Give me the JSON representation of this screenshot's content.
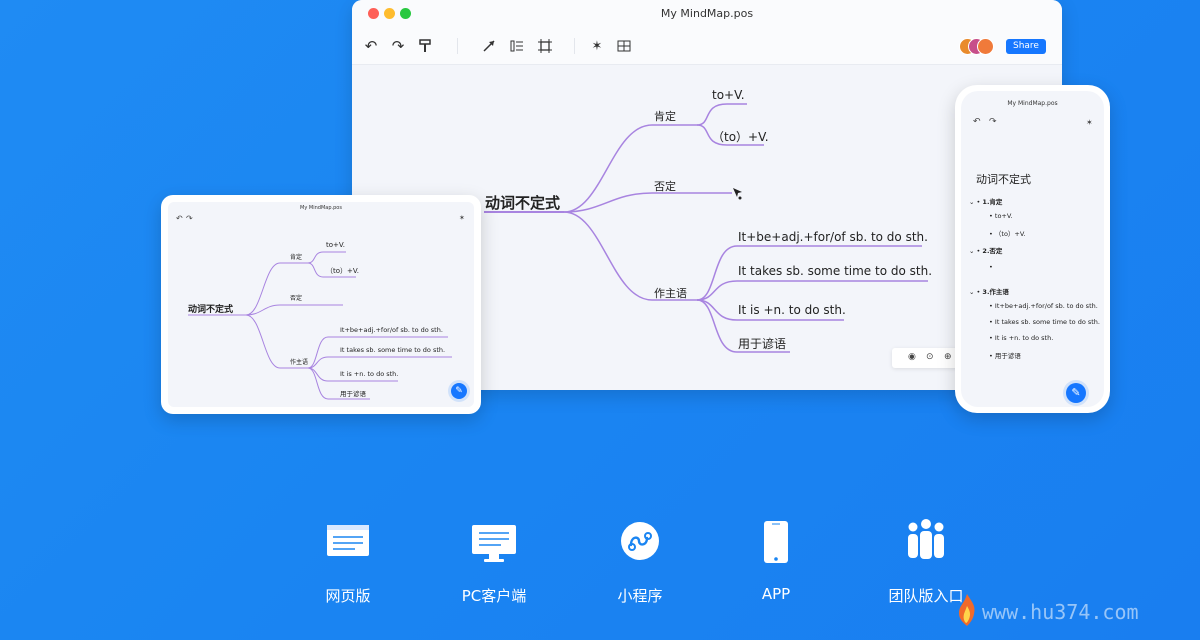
{
  "colors": {
    "background": "#1a85f2",
    "accent": "#1677ff",
    "branch_line": "#a884e0",
    "window_bg": "#f3f5fa",
    "traffic_red": "#fe5f57",
    "traffic_yellow": "#febc2e",
    "traffic_green": "#28c840"
  },
  "desktop": {
    "window_title": "My MindMap.pos",
    "toolbar_icons": [
      "undo-icon",
      "redo-icon",
      "format-painter-icon",
      "arrow-icon",
      "insert-row-icon",
      "frame-icon",
      "magic-icon",
      "layout-icon"
    ],
    "share_label": "Share",
    "root": "动词不定式",
    "branch_positive": "肯定",
    "leaf_to_v": "to+V.",
    "leaf_to_paren_v": "（to）+V.",
    "branch_negative": "否定",
    "branch_subject": "作主语",
    "leaf_it_be_adj": "It+be+adj.+for/of sb. to do sth.",
    "leaf_it_takes": "It takes sb. some time to do sth.",
    "leaf_it_is_n": "It is +n. to do sth.",
    "leaf_predicate": "用于谚语"
  },
  "tablet": {
    "window_title": "My MindMap.pos",
    "root": "动词不定式",
    "branch_positive": "肯定",
    "leaf_to_v": "to+V.",
    "leaf_to_paren_v": "（to）+V.",
    "branch_negative": "否定",
    "branch_subject": "作主语",
    "leaf_it_be_adj": "It+be+adj.+for/of sb. to do sth.",
    "leaf_it_takes": "It takes sb. some time to do sth.",
    "leaf_it_is_n": "It is +n. to do sth.",
    "leaf_predicate": "用于谚语"
  },
  "phone": {
    "window_title": "My MindMap.pos",
    "root": "动词不定式",
    "section_1": "1.肯定",
    "item_to_v": "to+V.",
    "item_to_paren_v": "（to）+V.",
    "section_2": "2.否定",
    "section_3": "3.作主语",
    "item_it_be_adj": "It+be+adj.+for/of sb. to do sth.",
    "item_it_takes": "It takes sb. some time to do sth.",
    "item_it_is_n": "It is +n. to do sth.",
    "item_predicate": "用于谚语"
  },
  "platforms": [
    {
      "label": "网页版",
      "icon": "web-browser-icon"
    },
    {
      "label": "PC客户端",
      "icon": "desktop-monitor-icon"
    },
    {
      "label": "小程序",
      "icon": "mini-program-icon"
    },
    {
      "label": "APP",
      "icon": "mobile-phone-icon"
    },
    {
      "label": "团队版入口",
      "icon": "team-icon"
    }
  ],
  "watermark": "www.hu374.com"
}
